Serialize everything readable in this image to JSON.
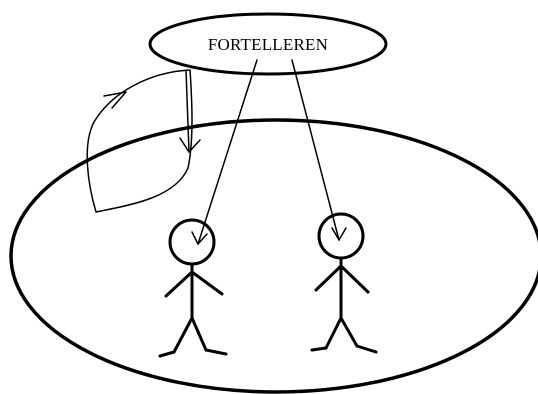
{
  "diagram": {
    "narrator_label": "FORTELLEREN",
    "ink_color": "#000000",
    "background_color": "#ffffff",
    "figures": [
      "stick-figure",
      "stick-figure"
    ]
  }
}
